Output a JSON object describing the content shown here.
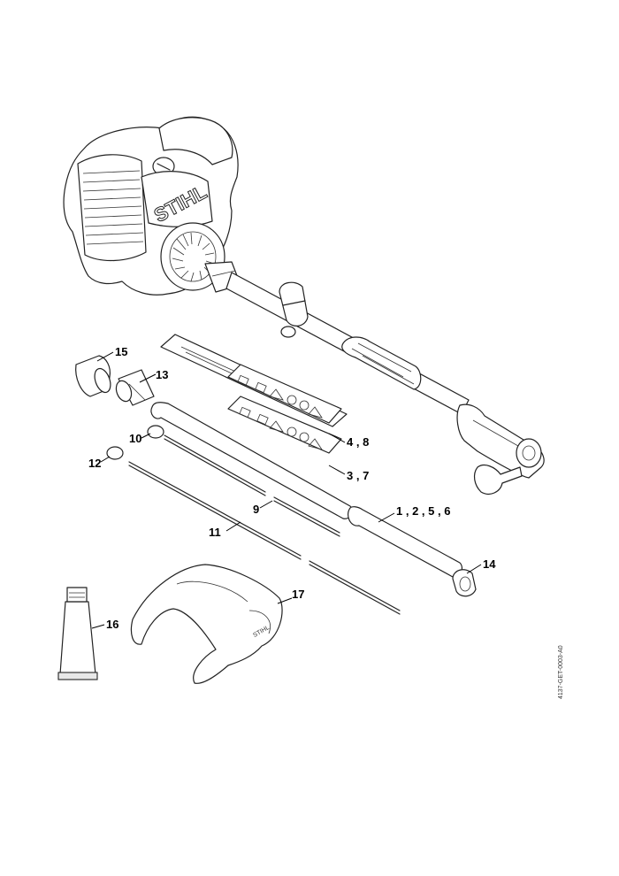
{
  "logo": "STIHL",
  "callouts": {
    "c15": "15",
    "c13": "13",
    "c10": "10",
    "c12": "12",
    "c48": "4 , 8",
    "c37": "3 , 7",
    "c9": "9",
    "c1256": "1 , 2 , 5 , 6",
    "c11": "11",
    "c14": "14",
    "c17": "17",
    "c16": "16"
  },
  "drawing_ref": "4137-GET-0003-A0",
  "goggles_brand": "STIHL"
}
